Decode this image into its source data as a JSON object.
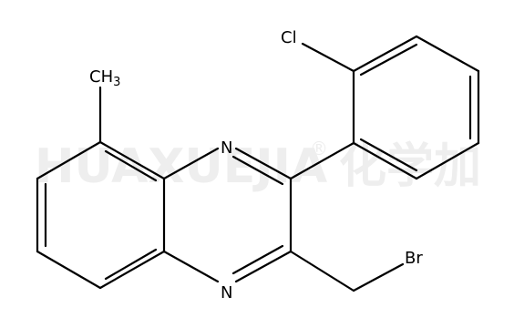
{
  "watermark": {
    "text": "HUAXUEJIA",
    "registered": "®",
    "cjk": "化学加"
  },
  "labels": {
    "chlorine": "Cl",
    "methyl_base": "CH",
    "methyl_sub": "3",
    "nitrogen_top": "N",
    "nitrogen_bottom": "N",
    "bromine": "Br"
  }
}
